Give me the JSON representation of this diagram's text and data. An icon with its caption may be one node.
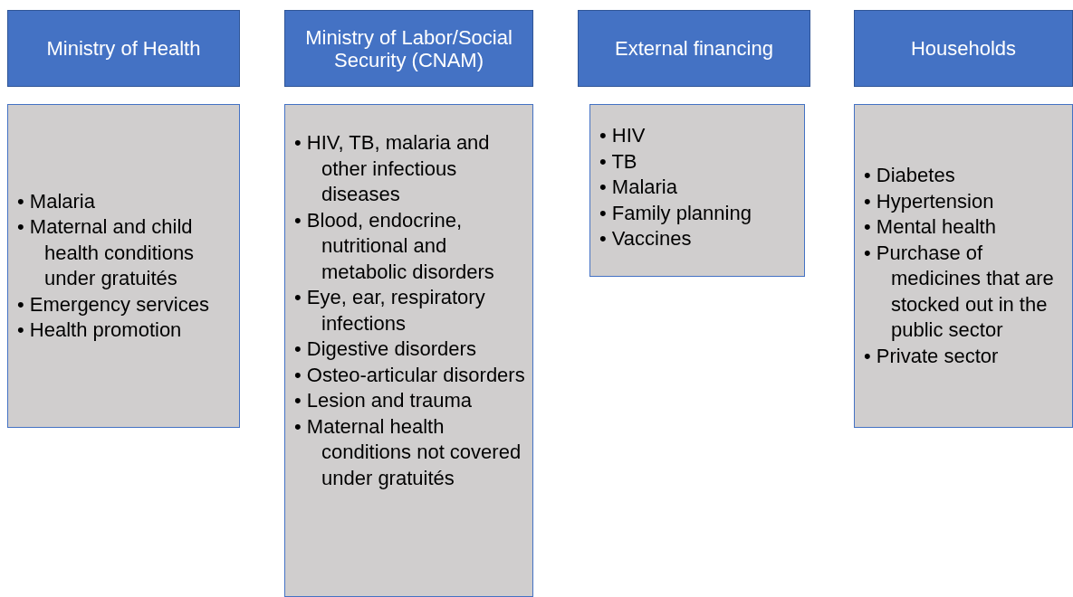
{
  "diagram": {
    "nodes": [
      {
        "text": [
          "Ministry of Health"
        ]
      },
      {
        "text": [
          "Ministry of Labor/Social Security (CNAM)"
        ]
      },
      {
        "text": [
          "External financing"
        ]
      },
      {
        "text": [
          "Households"
        ]
      },
      {
        "text": [
          "• Malaria",
          "• Maternal and child health conditions under gratuités",
          "• Emergency services",
          "• Health promotion"
        ]
      },
      {
        "text": [
          "• HIV, TB, malaria and other infectious diseases",
          "• Blood, endocrine, nutritional and metabolic disorders",
          "• Eye, ear, respiratory infections",
          "• Digestive disorders",
          "• Osteo-articular disorders",
          "• Lesion and trauma",
          "• Maternal health conditions not covered under gratuités"
        ]
      },
      {
        "text": [
          "• HIV",
          "• TB",
          "• Malaria",
          "• Family planning",
          "• Vaccines"
        ]
      },
      {
        "text": [
          "• Diabetes",
          "• Hypertension",
          "• Mental health",
          "• Purchase of medicines that are stocked out in the public sector",
          "• Private sector"
        ]
      }
    ],
    "edges": []
  }
}
